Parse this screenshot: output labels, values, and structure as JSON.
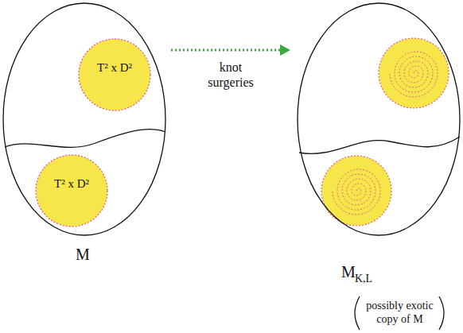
{
  "diagram": {
    "nodes": [
      {
        "text": [
          "M"
        ]
      },
      {
        "text": [
          "T² x D²"
        ],
        "in": 0
      },
      {
        "text": [
          "T² x D²"
        ],
        "in": 0
      },
      {
        "text": [
          "M",
          "K,L"
        ]
      }
    ],
    "edges": [
      {
        "from": 0,
        "to": 3,
        "arrow": "to",
        "label": "knot surgeries"
      }
    ],
    "labels": [
      "possibly exotic copy of M"
    ]
  }
}
